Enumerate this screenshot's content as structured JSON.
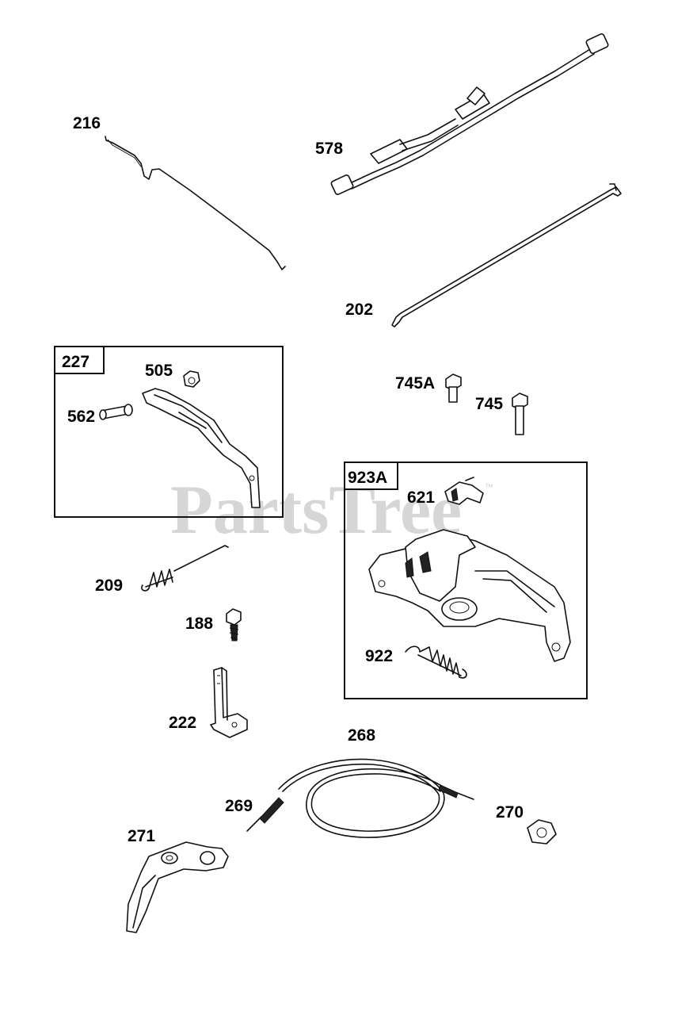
{
  "watermark": {
    "text": "PartsTree",
    "trademark": "™"
  },
  "callouts": {
    "p216": "216",
    "p578": "578",
    "p202": "202",
    "p227": "227",
    "p505": "505",
    "p562": "562",
    "p745A": "745A",
    "p745": "745",
    "p923A": "923A",
    "p621": "621",
    "p209": "209",
    "p188": "188",
    "p922": "922",
    "p222": "222",
    "p268": "268",
    "p269": "269",
    "p270": "270",
    "p271": "271"
  }
}
